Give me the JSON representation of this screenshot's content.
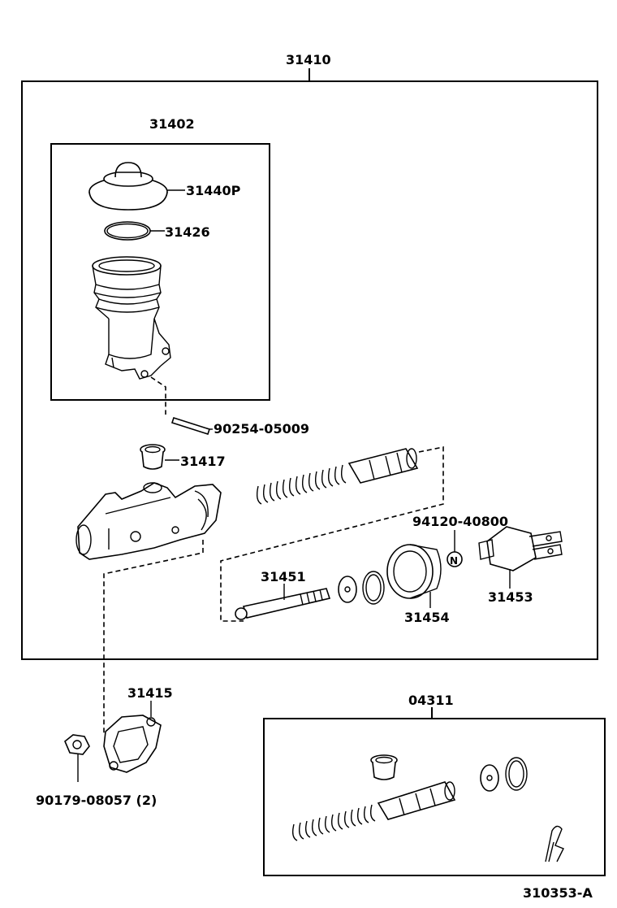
{
  "labels": {
    "assembly": "31410",
    "reservoir_sub": "31402",
    "cap": "31440P",
    "gasket": "31426",
    "pin": "90254-05009",
    "grommet": "31417",
    "push_rod": "31451",
    "boot": "31454",
    "clevis": "31453",
    "nut_n": "94120-40800",
    "gasket_mount": "31415",
    "nut_mount": "90179-08057 (2)",
    "repair_kit": "04311",
    "illustration_no": "310353-A"
  },
  "marks": {
    "n_symbol": "N"
  }
}
